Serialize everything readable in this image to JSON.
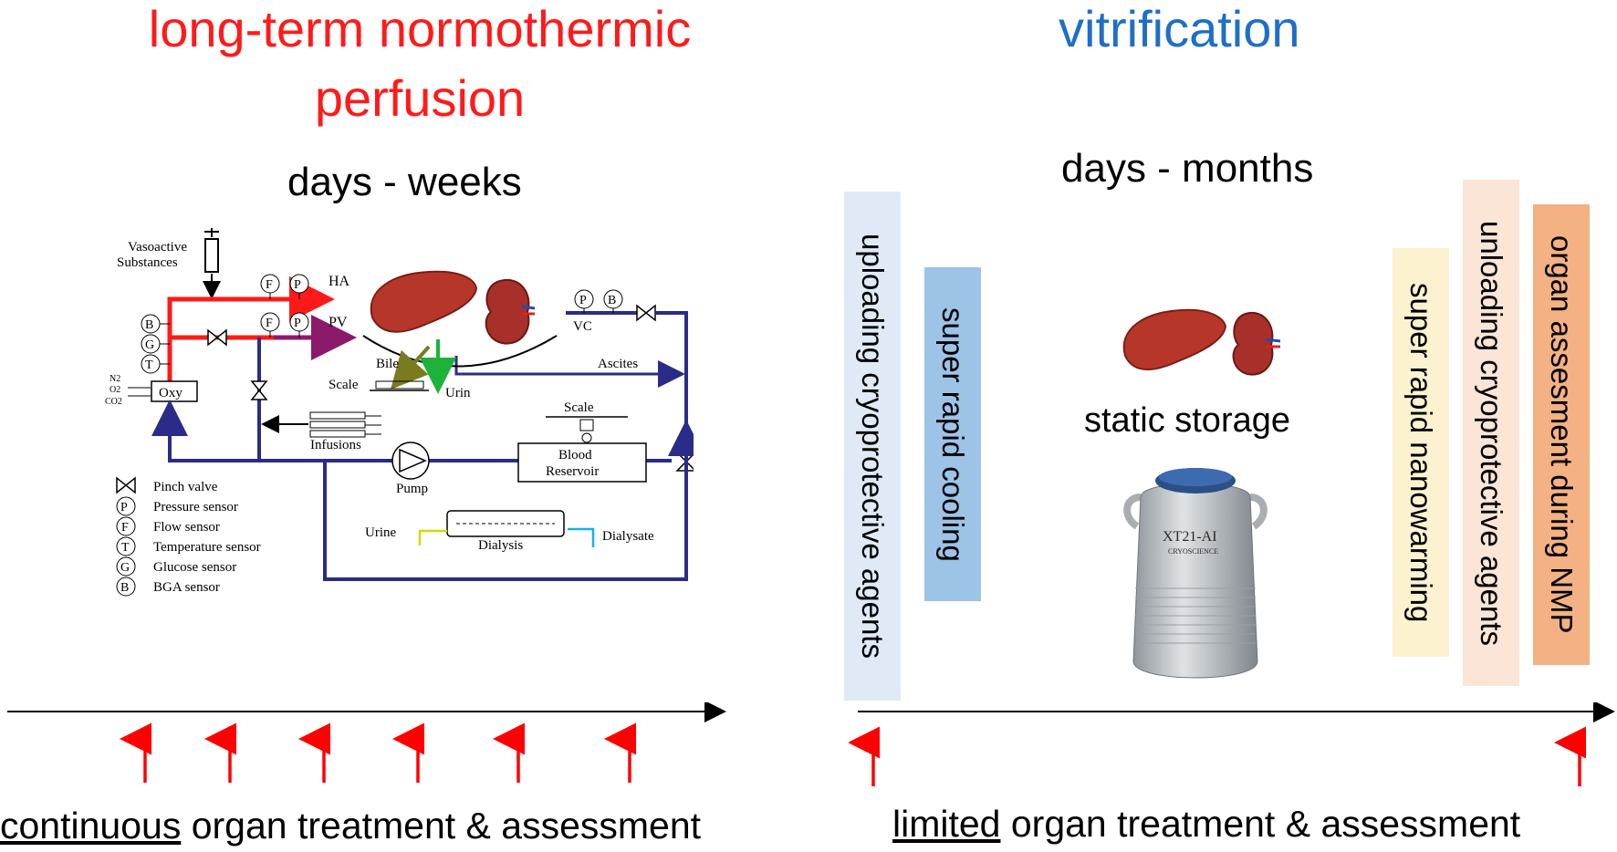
{
  "left": {
    "title_line1": "long-term normothermic",
    "title_line2": "perfusion",
    "duration": "days - weeks",
    "caption_underlined": "continuous",
    "caption_rest": " organ treatment & assessment",
    "circuit": {
      "vasoactive": [
        "Vasoactive",
        "Substances"
      ],
      "ha": "HA",
      "pv": "PV",
      "vc": "VC",
      "oxy": "Oxy",
      "gases": [
        "N2",
        "O2",
        "CO2"
      ],
      "bile": "Bile",
      "scale_bile": "Scale",
      "urin": "Urin",
      "ascites": "Ascites",
      "infusions": "Infusions",
      "scale_reservoir": "Scale",
      "blood_reservoir": [
        "Blood",
        "Reservoir"
      ],
      "pump": "Pump",
      "urine": "Urine",
      "dialysis": "Dialysis",
      "dialysate": "Dialysate",
      "sensor_letters": {
        "P": "P",
        "F": "F",
        "B": "B",
        "G": "G",
        "T": "T"
      }
    },
    "legend": [
      {
        "symbol": "",
        "label": "Pinch valve"
      },
      {
        "symbol": "P",
        "label": "Pressure sensor"
      },
      {
        "symbol": "F",
        "label": "Flow sensor"
      },
      {
        "symbol": "T",
        "label": "Temperature sensor"
      },
      {
        "symbol": "G",
        "label": "Glucose sensor"
      },
      {
        "symbol": "B",
        "label": "BGA sensor"
      }
    ]
  },
  "right": {
    "title": "vitrification",
    "duration": "days - months",
    "storage_label": "static storage",
    "dewar_brand": "XT21-AI",
    "dewar_maker": "CRYOSCIENCE",
    "bars": [
      {
        "label": "uploading cryoprotective agents",
        "color": "#dfeaf6"
      },
      {
        "label": "super rapid cooling",
        "color": "#9dc3e6"
      },
      {
        "label": "super rapid nanowarming",
        "color": "#fdf2d0"
      },
      {
        "label": "unloading cryoprotective agents",
        "color": "#fbe5d6"
      },
      {
        "label": "organ assesment during NMP",
        "color": "#f4b183"
      }
    ],
    "caption_underlined": "limited",
    "caption_rest": " organ treatment & assessment"
  },
  "colors": {
    "arterial": "#ff1a1a",
    "venous": "#2b2b8a",
    "title_left": "#ff1a1a",
    "title_right": "#1f6ec8",
    "arrow_red": "#ff0000"
  }
}
